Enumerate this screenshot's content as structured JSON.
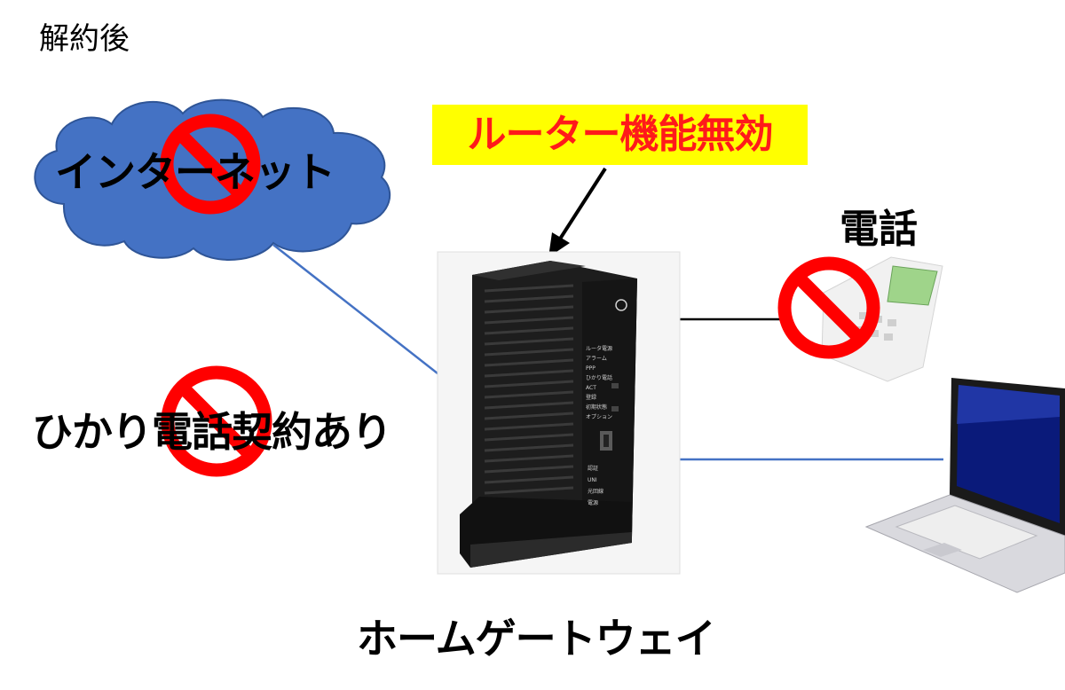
{
  "heading": "解約後",
  "function_badge": {
    "text": "ルーター機能無効",
    "background": "#ffff00",
    "color": "#ff1a1a"
  },
  "nodes": {
    "internet": "インターネット",
    "phone": "電話",
    "hikari_contract": "ひかり電話契約あり",
    "home_gateway": "ホームゲートウェイ"
  },
  "gateway_panel": {
    "indicators": [
      "ルータ電源",
      "アラーム",
      "PPP",
      "ひかり電話",
      "ACT",
      "登録",
      "初期状態",
      "オプション"
    ],
    "ports": [
      "認証",
      "UNI",
      "光回線",
      "電源"
    ]
  },
  "colors": {
    "cloud_fill": "#4472c4",
    "cloud_stroke": "#2f5597",
    "blue_line": "#4472c4",
    "prohibit_red": "#ff0000",
    "arrow": "#000000"
  },
  "icons": {
    "prohibit": "prohibition-icon",
    "cloud": "cloud-shape",
    "gateway": "home-gateway-device",
    "phone": "desk-phone-icon",
    "laptop": "laptop-icon"
  }
}
